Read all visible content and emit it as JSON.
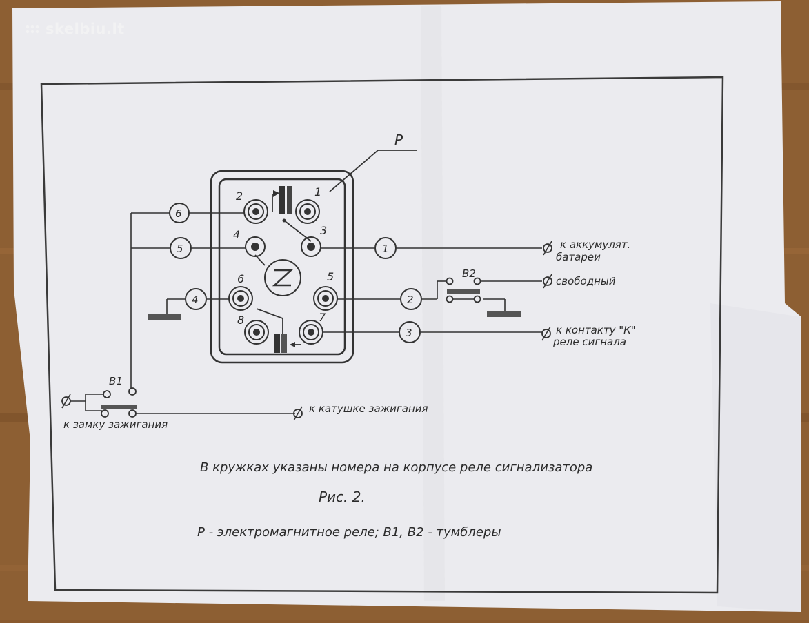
{
  "watermark": "skelbiu.lt",
  "relay_label": "P",
  "pins": [
    {
      "id": "p1",
      "num": "1"
    },
    {
      "id": "p2",
      "num": "2"
    },
    {
      "id": "p3",
      "num": "3"
    },
    {
      "id": "p4",
      "num": "4"
    },
    {
      "id": "p5",
      "num": "5"
    },
    {
      "id": "p6",
      "num": "6"
    },
    {
      "id": "p7",
      "num": "7"
    },
    {
      "id": "p8",
      "num": "8"
    }
  ],
  "circles": {
    "c6": "6",
    "c5": "5",
    "c4": "4",
    "c1": "1",
    "c2": "2",
    "c3": "3"
  },
  "terminals": {
    "battery_1": "к аккумулят.",
    "battery_2": "батареи",
    "free": "свободный",
    "contact_k_1": "к контакту \"К\"",
    "contact_k_2": "реле сигнала",
    "coil": "к катушке зажигания",
    "ignition_lock": "к замку зажигания"
  },
  "switches": {
    "b1": "B1",
    "b2": "B2"
  },
  "captions": {
    "note": "В кружках указаны номера на корпусе реле сигнализатора",
    "figure": "Рис. 2.",
    "legend": "Р - электромагнитное реле; B1, B2 - тумблеры"
  }
}
